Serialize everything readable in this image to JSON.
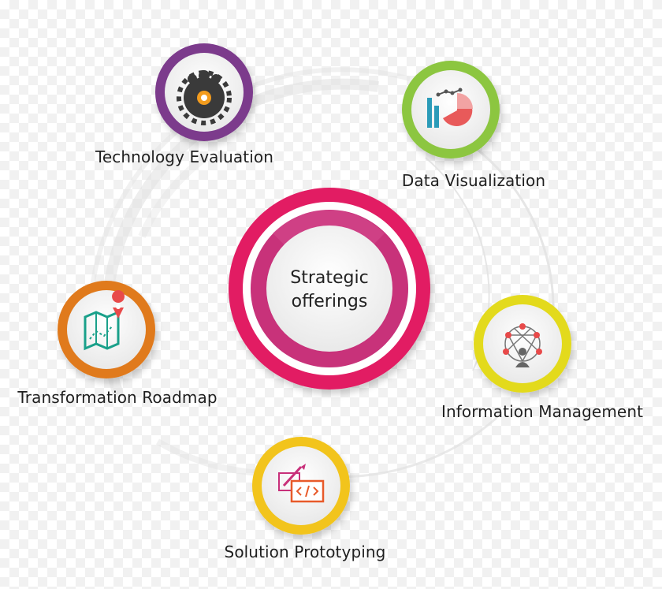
{
  "center": {
    "title_line1": "Strategic",
    "title_line2": "offerings",
    "ring_color": "#e21f63",
    "inner_ring_color": "#c8307a"
  },
  "nodes": [
    {
      "label": "Technology Evaluation",
      "ring_color": "#7b3a8c",
      "icon": "team-gear-icon"
    },
    {
      "label": "Data Visualization",
      "ring_color": "#8cc63f",
      "icon": "chart-icon"
    },
    {
      "label": "Transformation Roadmap",
      "ring_color": "#e07a1f",
      "icon": "map-pin-icon"
    },
    {
      "label": "Information Management",
      "ring_color": "#e3da1f",
      "icon": "network-person-icon"
    },
    {
      "label": "Solution Prototyping",
      "ring_color": "#f2c41a",
      "icon": "code-pencil-icon"
    }
  ]
}
